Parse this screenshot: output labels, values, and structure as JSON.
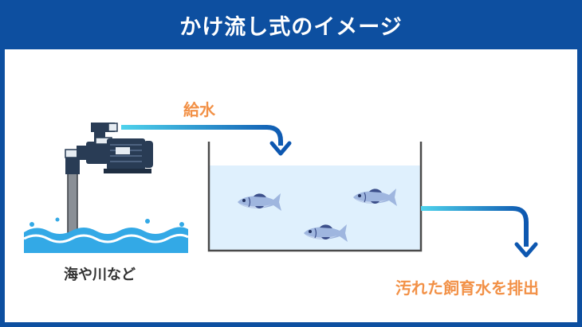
{
  "title": "かけ流し式のイメージ",
  "labels": {
    "water_supply": "給水",
    "water_source": "海や川など",
    "drain": "汚れた飼育水を排出"
  },
  "colors": {
    "frame_blue": "#0d4fa0",
    "arrow_blue": "#0d57b0",
    "arrow_cyan": "#4fd3ec",
    "accent_orange": "#f29147",
    "tank_water": "#dff0fd",
    "wave_blue": "#33a9e6",
    "fish": "#9fb6df"
  },
  "icons": [
    "pump-icon",
    "fish-icon",
    "wave-icon",
    "arrow-icon"
  ]
}
